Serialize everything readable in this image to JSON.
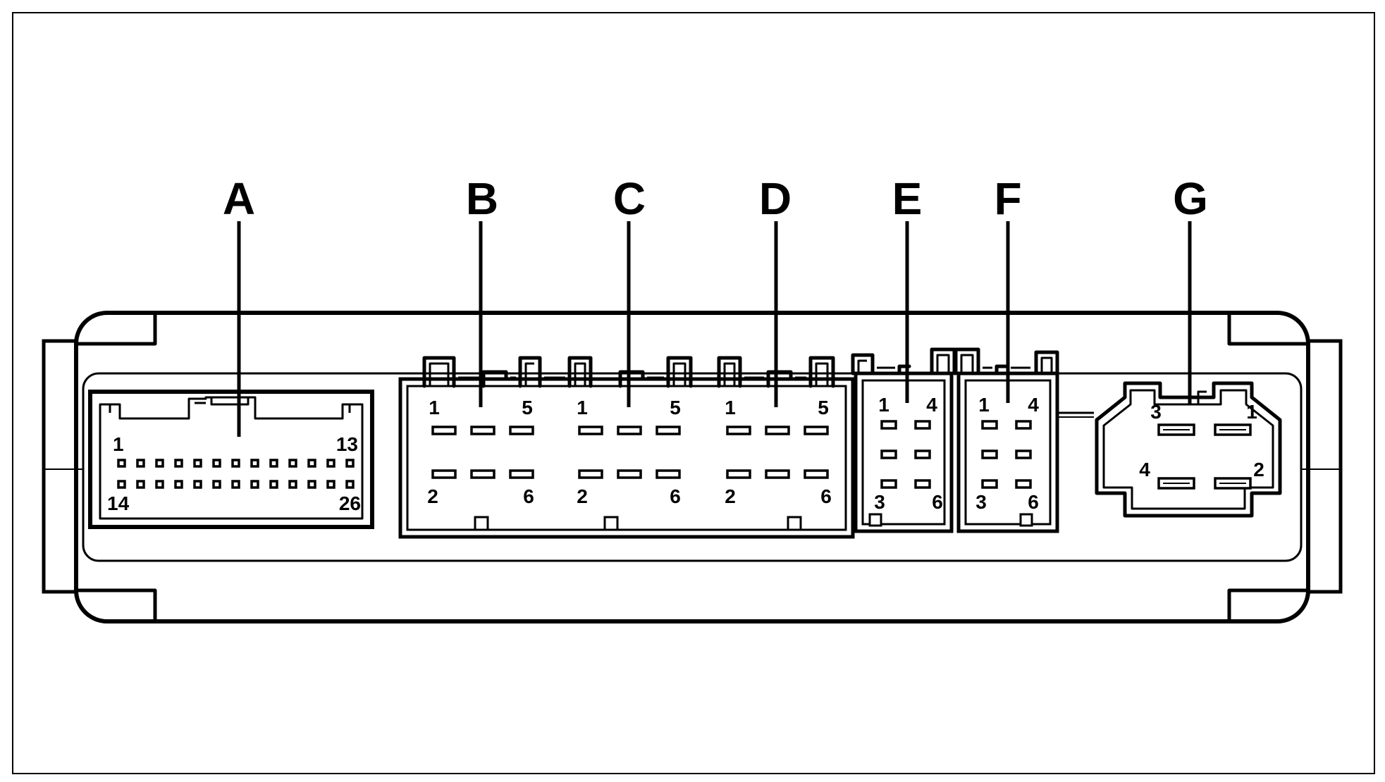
{
  "connectors": [
    {
      "id": "A",
      "pins": {
        "top_left": "1",
        "top_right": "13",
        "bottom_left": "14",
        "bottom_right": "26"
      }
    },
    {
      "id": "B",
      "pins": {
        "top_left": "1",
        "top_right": "5",
        "bottom_left": "2",
        "bottom_right": "6"
      }
    },
    {
      "id": "C",
      "pins": {
        "top_left": "1",
        "top_right": "5",
        "bottom_left": "2",
        "bottom_right": "6"
      }
    },
    {
      "id": "D",
      "pins": {
        "top_left": "1",
        "top_right": "5",
        "bottom_left": "2",
        "bottom_right": "6"
      }
    },
    {
      "id": "E",
      "pins": {
        "top_left": "1",
        "top_right": "4",
        "bottom_left": "3",
        "bottom_right": "6"
      }
    },
    {
      "id": "F",
      "pins": {
        "top_left": "1",
        "top_right": "4",
        "bottom_left": "3",
        "bottom_right": "6"
      }
    },
    {
      "id": "G",
      "pins": {
        "top_left": "3",
        "top_right": "1",
        "bottom_left": "4",
        "bottom_right": "2"
      }
    }
  ]
}
